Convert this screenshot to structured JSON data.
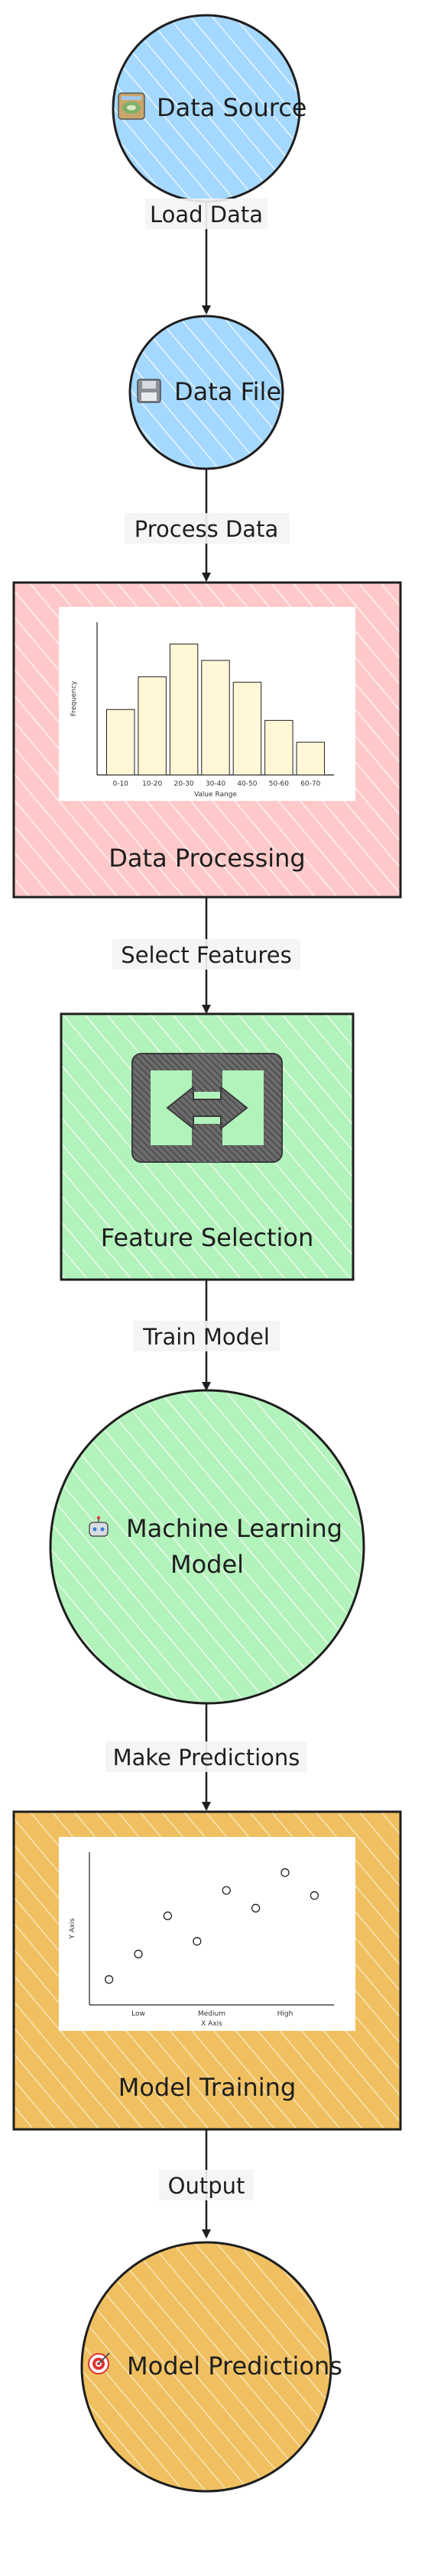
{
  "nodes": {
    "data_source": {
      "label": "Data Source",
      "icon": "stadium-photo-icon",
      "fill": "#a5d8ff"
    },
    "data_file": {
      "label": "Data File",
      "icon": "floppy-disk-icon",
      "fill": "#a5d8ff"
    },
    "data_processing": {
      "label": "Data Processing",
      "fill": "#ffc9c9"
    },
    "feature_selection": {
      "label": "Feature Selection",
      "icon": "swap-arrows-icon",
      "fill": "#b2f2bb"
    },
    "ml_model": {
      "label_line1": "Machine Learning",
      "label_line2": "Model",
      "icon": "robot-icon",
      "fill": "#b2f2bb"
    },
    "model_training": {
      "label": "Model Training",
      "fill": "#ffd8a8"
    },
    "model_predictions": {
      "label": "Model Predictions",
      "icon": "target-icon",
      "fill": "#ffd8a8"
    }
  },
  "edges": {
    "load_data": "Load Data",
    "process_data": "Process Data",
    "select_features": "Select Features",
    "train_model": "Train Model",
    "make_predictions": "Make Predictions",
    "output": "Output"
  },
  "chart_data": [
    {
      "type": "bar",
      "categories": [
        "0-10",
        "10-20",
        "20-30",
        "30-40",
        "40-50",
        "50-60",
        "60-70"
      ],
      "values": [
        6,
        9,
        12,
        10.5,
        8.5,
        5,
        3
      ],
      "title": "",
      "xlabel": "Value Range",
      "ylabel": "Frequency",
      "ylim": [
        0,
        14
      ],
      "bar_color": "#fff7d6"
    },
    {
      "type": "scatter",
      "categories": [
        "Low",
        "Medium",
        "High"
      ],
      "x": [
        0.2,
        0.5,
        0.8,
        1.1,
        1.4,
        1.7,
        2.0,
        2.3
      ],
      "y": [
        1.0,
        2.0,
        3.5,
        2.5,
        4.5,
        3.8,
        5.2,
        4.3
      ],
      "title": "",
      "xlabel": "X Axis",
      "ylabel": "Y Axis",
      "xlim": [
        0,
        2.5
      ],
      "ylim": [
        0,
        6
      ],
      "xticks": [
        {
          "label": "Low",
          "at": 0.5
        },
        {
          "label": "Medium",
          "at": 1.25
        },
        {
          "label": "High",
          "at": 2.0
        }
      ]
    }
  ]
}
